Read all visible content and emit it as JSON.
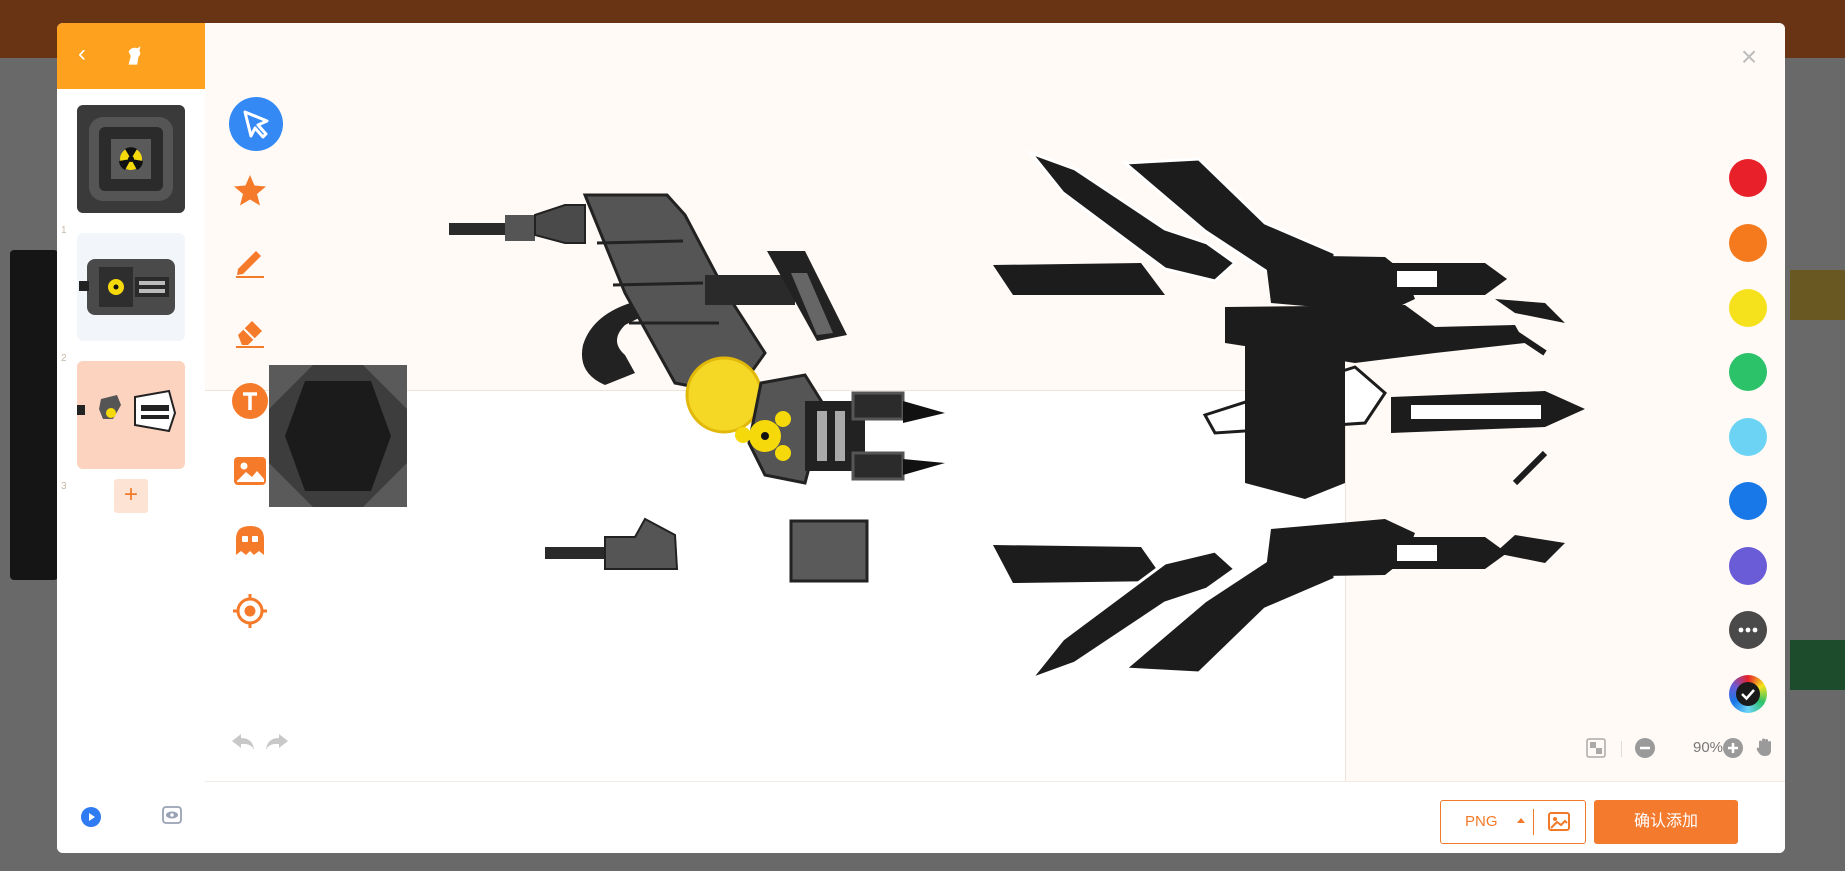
{
  "editor": {
    "close_label": "×",
    "zoom": {
      "level": "90%"
    },
    "footer": {
      "format": "PNG",
      "confirm_label": "确认添加"
    },
    "pages": [
      {
        "number": "1"
      },
      {
        "number": "2"
      },
      {
        "number": "3"
      }
    ],
    "add_page_label": "+",
    "tools": [
      "select-icon",
      "star-icon",
      "pencil-icon",
      "eraser-icon",
      "text-icon",
      "image-icon",
      "ghost-icon",
      "target-icon"
    ],
    "palette": [
      "#e8202a",
      "#f57a1e",
      "#f6e21c",
      "#2cc26a",
      "#6cd3f5",
      "#1878e8",
      "#6a5bd6"
    ],
    "accent": "#fea11e"
  }
}
